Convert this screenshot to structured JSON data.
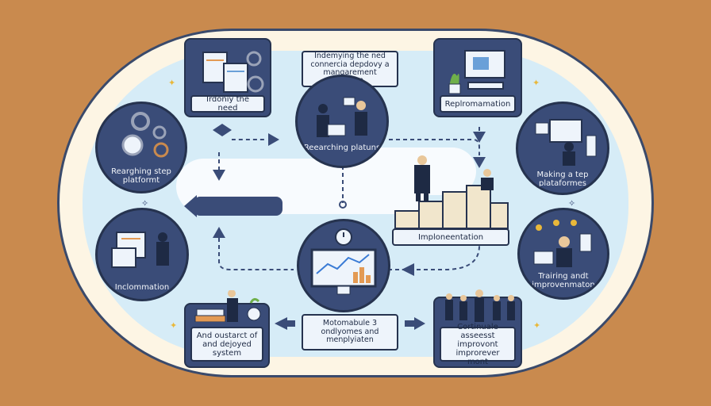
{
  "nodes": {
    "top_left_panel": "Irdoniy the need",
    "top_center_card": "Indemying the ned connercia depdovy a mangarement platforn.",
    "top_right_panel": "Replromamation",
    "left_circle": "Rearghing step platformt",
    "center_circle": "Reearching platuns",
    "right_circle": "Making a tep plataformes",
    "implementation_card": "Imploneentation",
    "bottom_left_circle": "Inclommation",
    "bottom_right_circle": "Trairing andt improvenmaton",
    "bottom_left_panel": "And oustarct of and dejoyed system",
    "bottom_center_card": "Motomabule 3 ondlyomes and menplyiaten",
    "bottom_right_panel": "Cortinuale asseesst improvont improrever mont"
  },
  "colors": {
    "background": "#c98a4e",
    "oval_fill": "#fdf5e4",
    "inner_fill": "#d6ecf7",
    "node_fill": "#3a4c78",
    "card_fill": "#eef4fb",
    "star": "#e9b83a"
  }
}
